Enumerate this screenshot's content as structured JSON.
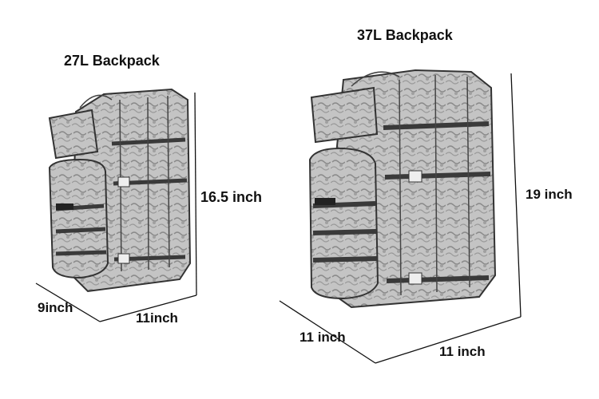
{
  "small_pack": {
    "title": "27L Backpack",
    "height": "16.5 inch",
    "depth": "9inch",
    "width": "11inch"
  },
  "large_pack": {
    "title": "37L Backpack",
    "height": "19 inch",
    "depth": "11 inch",
    "width": "11 inch"
  },
  "colors": {
    "background": "#ffffff",
    "text": "#111111",
    "pack_fill": "#b8b8b8",
    "pack_dark": "#3a3a3a"
  }
}
